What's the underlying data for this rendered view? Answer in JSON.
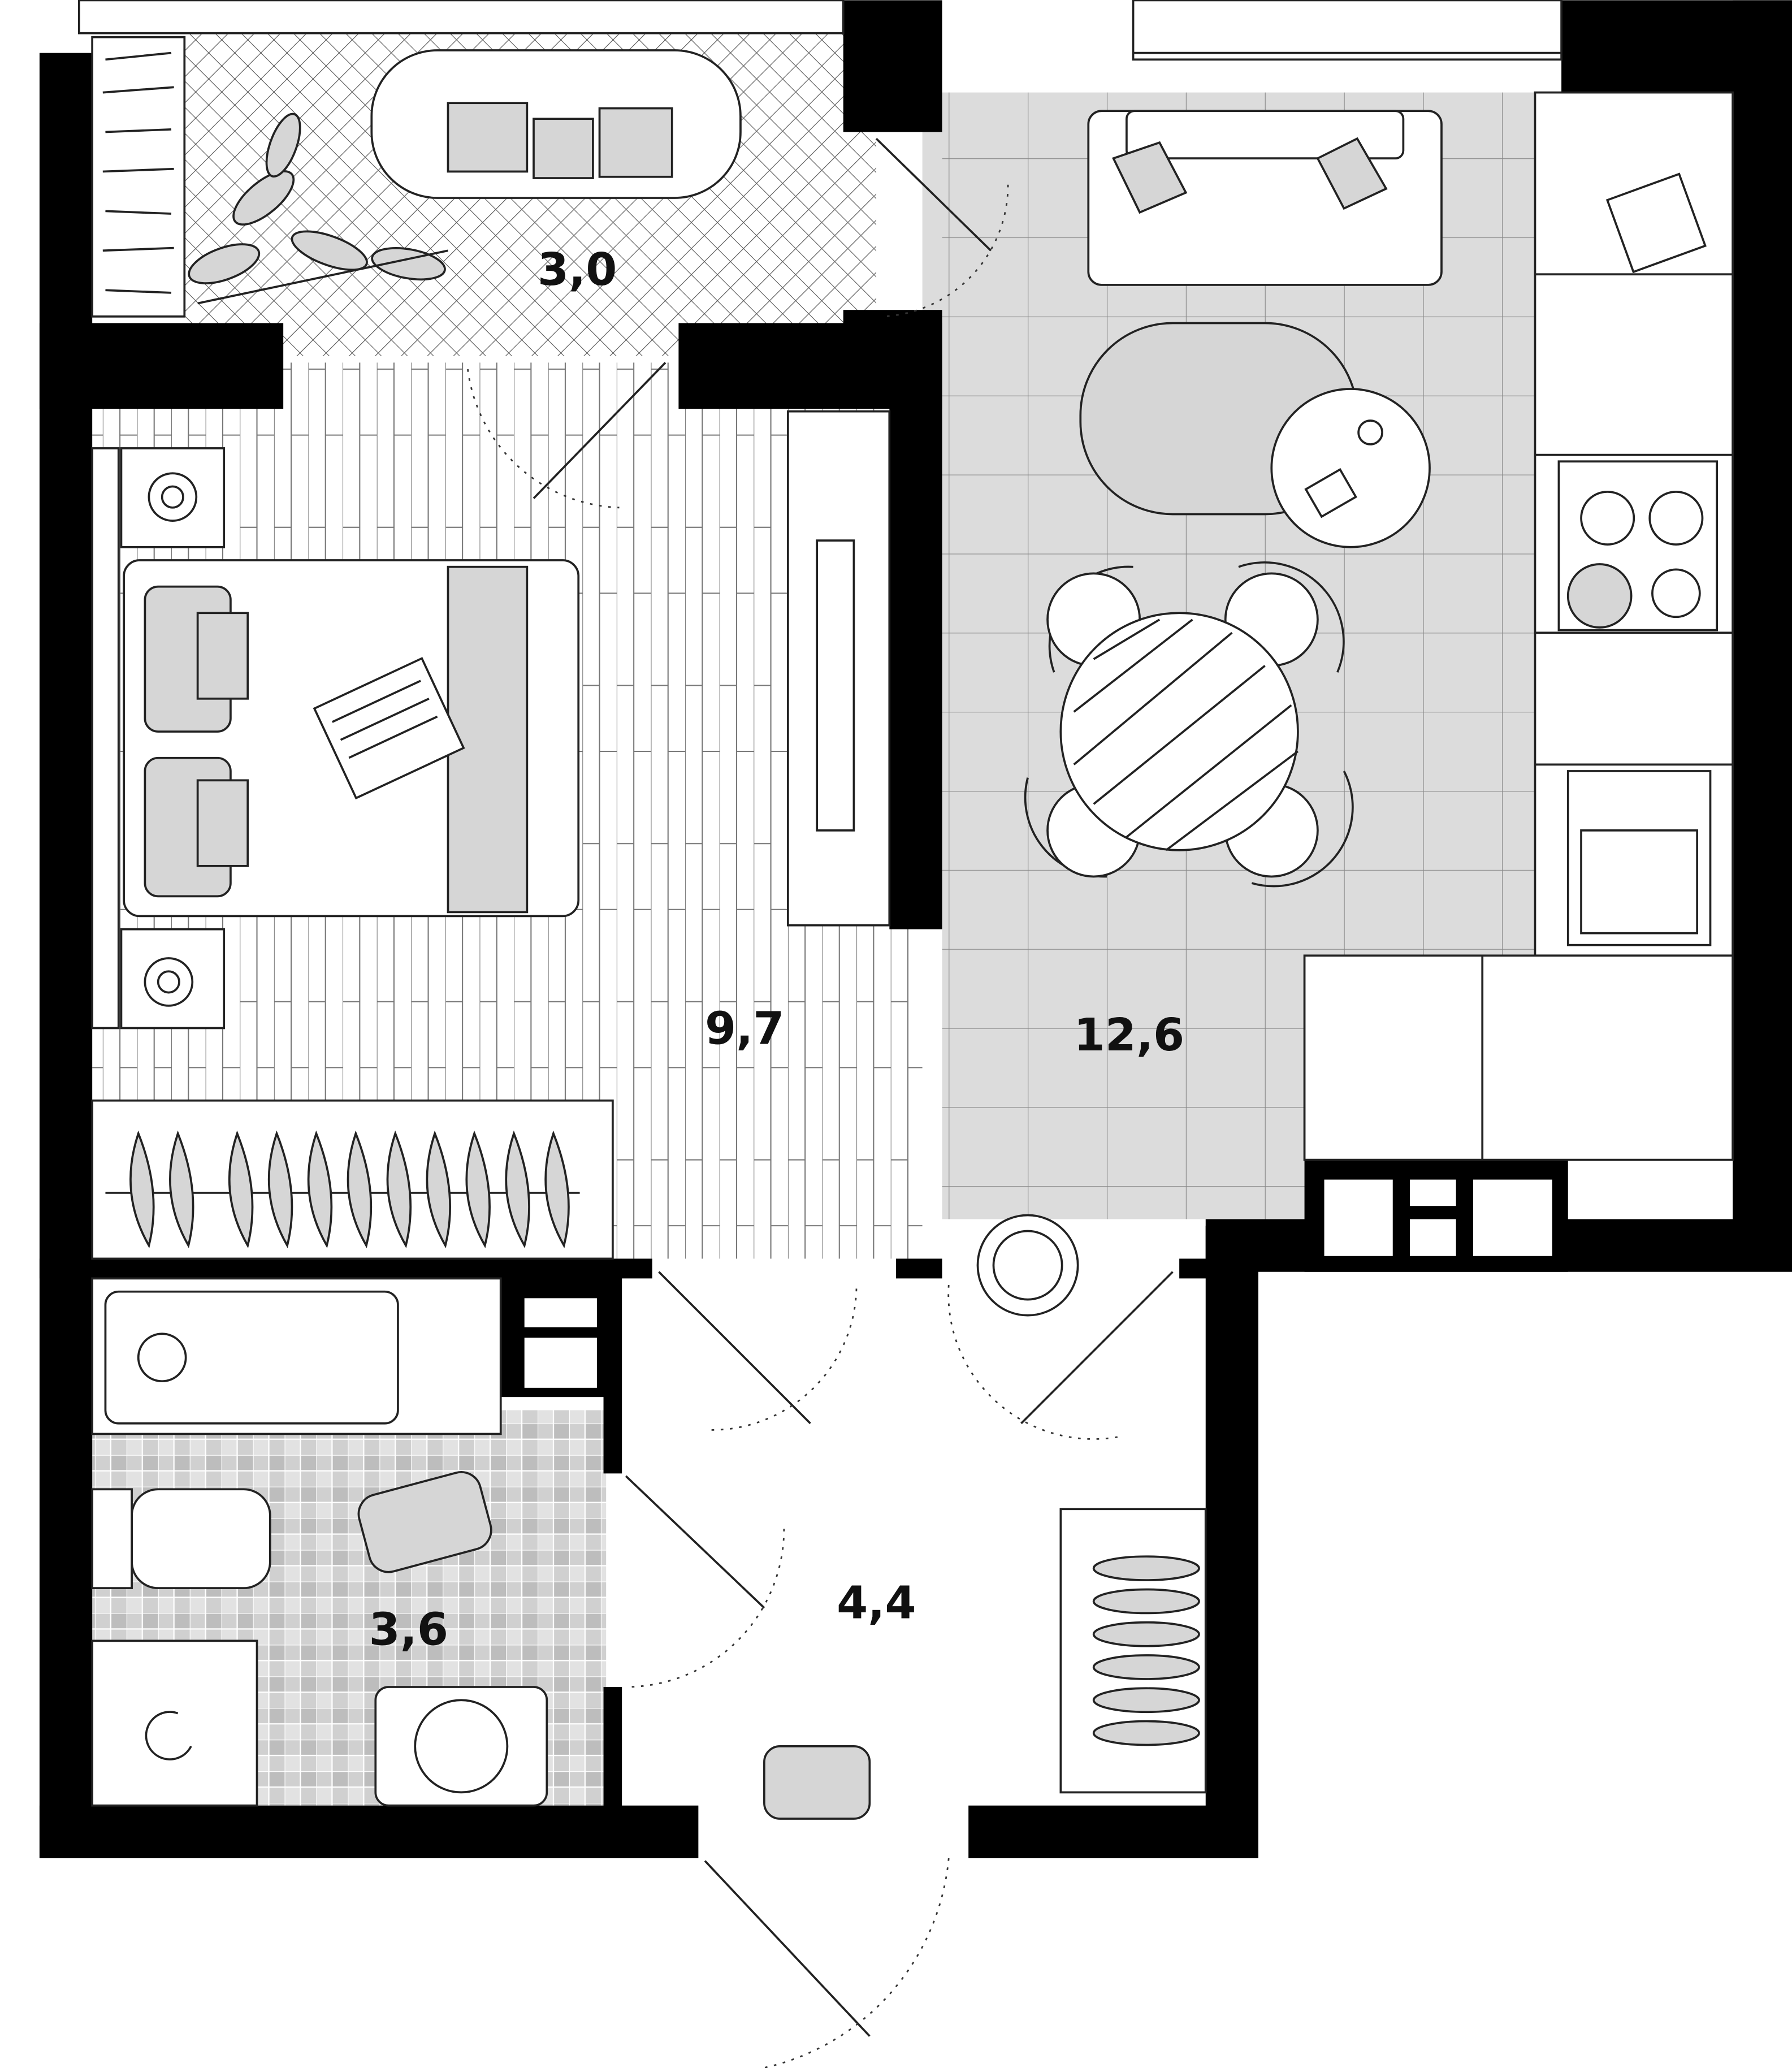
{
  "rooms": [
    {
      "id": "balcony",
      "area": "3,0"
    },
    {
      "id": "bedroom",
      "area": "9,7"
    },
    {
      "id": "kitchen-living",
      "area": "12,6"
    },
    {
      "id": "bathroom",
      "area": "3,6"
    },
    {
      "id": "hallway",
      "area": "4,4"
    }
  ],
  "colors": {
    "wall": "#000000",
    "floor_gray": "#dcdcdc",
    "tile_gray": "#cfcfcf",
    "furniture_gray": "#d6d6d6"
  }
}
